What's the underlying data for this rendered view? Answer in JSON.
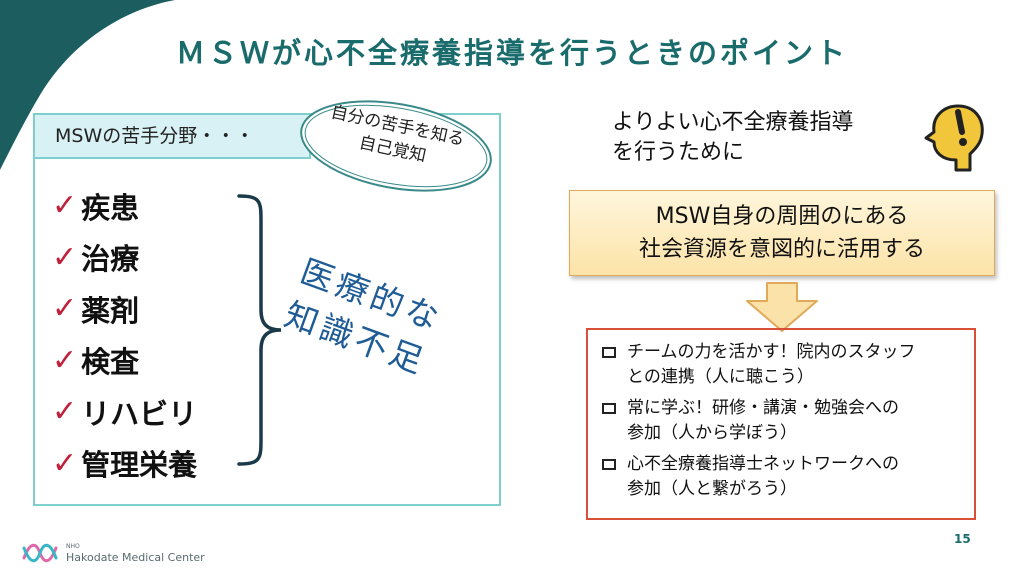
{
  "title": "ＭＳＷが心不全療養指導を行うときのポイント",
  "left_panel": {
    "header": "MSWの苦手分野・・・",
    "bubble_lines": [
      "自分の苦手を知る",
      "自己覚知"
    ],
    "items": [
      "疾患",
      "治療",
      "薬剤",
      "検査",
      "リハビリ",
      "管理栄養"
    ],
    "brace_label_lines": [
      "医療的な",
      "知識不足"
    ]
  },
  "right_panel": {
    "intro_lines": [
      "よりよい心不全療養指導",
      "を行うために"
    ],
    "goal_lines": [
      "MSW自身の周囲のにある",
      "社会資源を意図的に活用する"
    ],
    "actions": [
      {
        "lines": [
          "チームの力を活かす！院内のスタッフ",
          "との連携（人に聴こう）"
        ]
      },
      {
        "lines": [
          "常に学ぶ！研修・講演・勉強会への",
          "参加（人から学ぼう）"
        ]
      },
      {
        "lines": [
          "心不全療養指導士ネットワークへの",
          "参加（人と繋がろう）"
        ]
      }
    ]
  },
  "footer": {
    "logo_small": "NHO",
    "logo_text": "Hakodate Medical Center",
    "page_number": "15"
  },
  "colors": {
    "title": "#1a6b6b",
    "corner": "#1c5e60",
    "teal_border": "#7fcfcf",
    "check": "#c0203a",
    "shortage": "#1f5c96",
    "action_border": "#d8503a",
    "goal_fill": "#fce3a8"
  },
  "icons": {
    "check": "check-mark-icon",
    "thinking_head": "head-exclamation-icon",
    "arrow": "down-arrow-icon",
    "bullet": "square-bullet-icon"
  }
}
